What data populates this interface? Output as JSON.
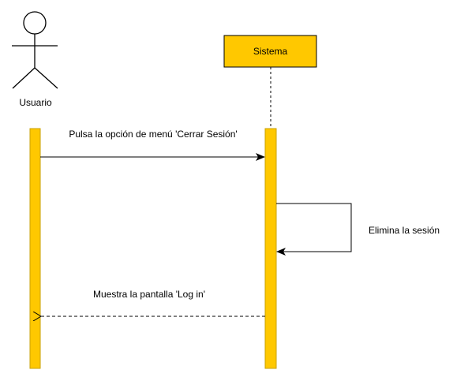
{
  "actors": {
    "user": {
      "label": "Usuario"
    }
  },
  "participants": {
    "system": {
      "label": "Sistema"
    }
  },
  "messages": {
    "logout": {
      "label": "Pulsa la opción de menú 'Cerrar Sesión'"
    },
    "self": {
      "label": "Elimina la sesión"
    },
    "return": {
      "label": "Muestra la pantalla 'Log in'"
    }
  },
  "colors": {
    "activation_fill": "#ffc800",
    "activation_stroke": "#c8a000",
    "system_box_fill": "#ffc800",
    "line": "#000000"
  }
}
